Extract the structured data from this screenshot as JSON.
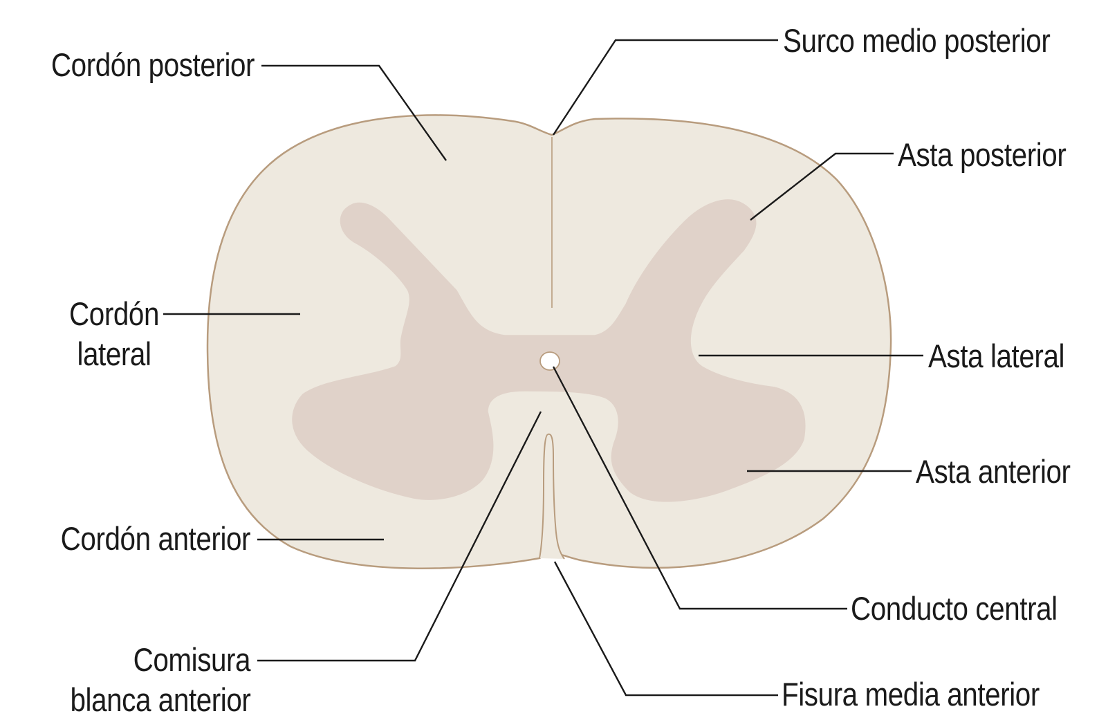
{
  "diagram": {
    "colors": {
      "white_matter": "#EEE9DF",
      "gray_matter": "#E0D2C9",
      "outline": "#B89C7E",
      "leader": "#1a1a1a"
    },
    "labels": {
      "cordon_posterior": "Cordón posterior",
      "surco_medio_posterior": "Surco medio posterior",
      "asta_posterior": "Asta posterior",
      "cordon_lateral_1": "Cordón",
      "cordon_lateral_2": "lateral",
      "asta_lateral": "Asta lateral",
      "asta_anterior": "Asta anterior",
      "cordon_anterior": "Cordón anterior",
      "conducto_central": "Conducto central",
      "comisura_1": "Comisura",
      "comisura_2": "blanca anterior",
      "fisura_media_anterior": "Fisura media anterior"
    }
  }
}
